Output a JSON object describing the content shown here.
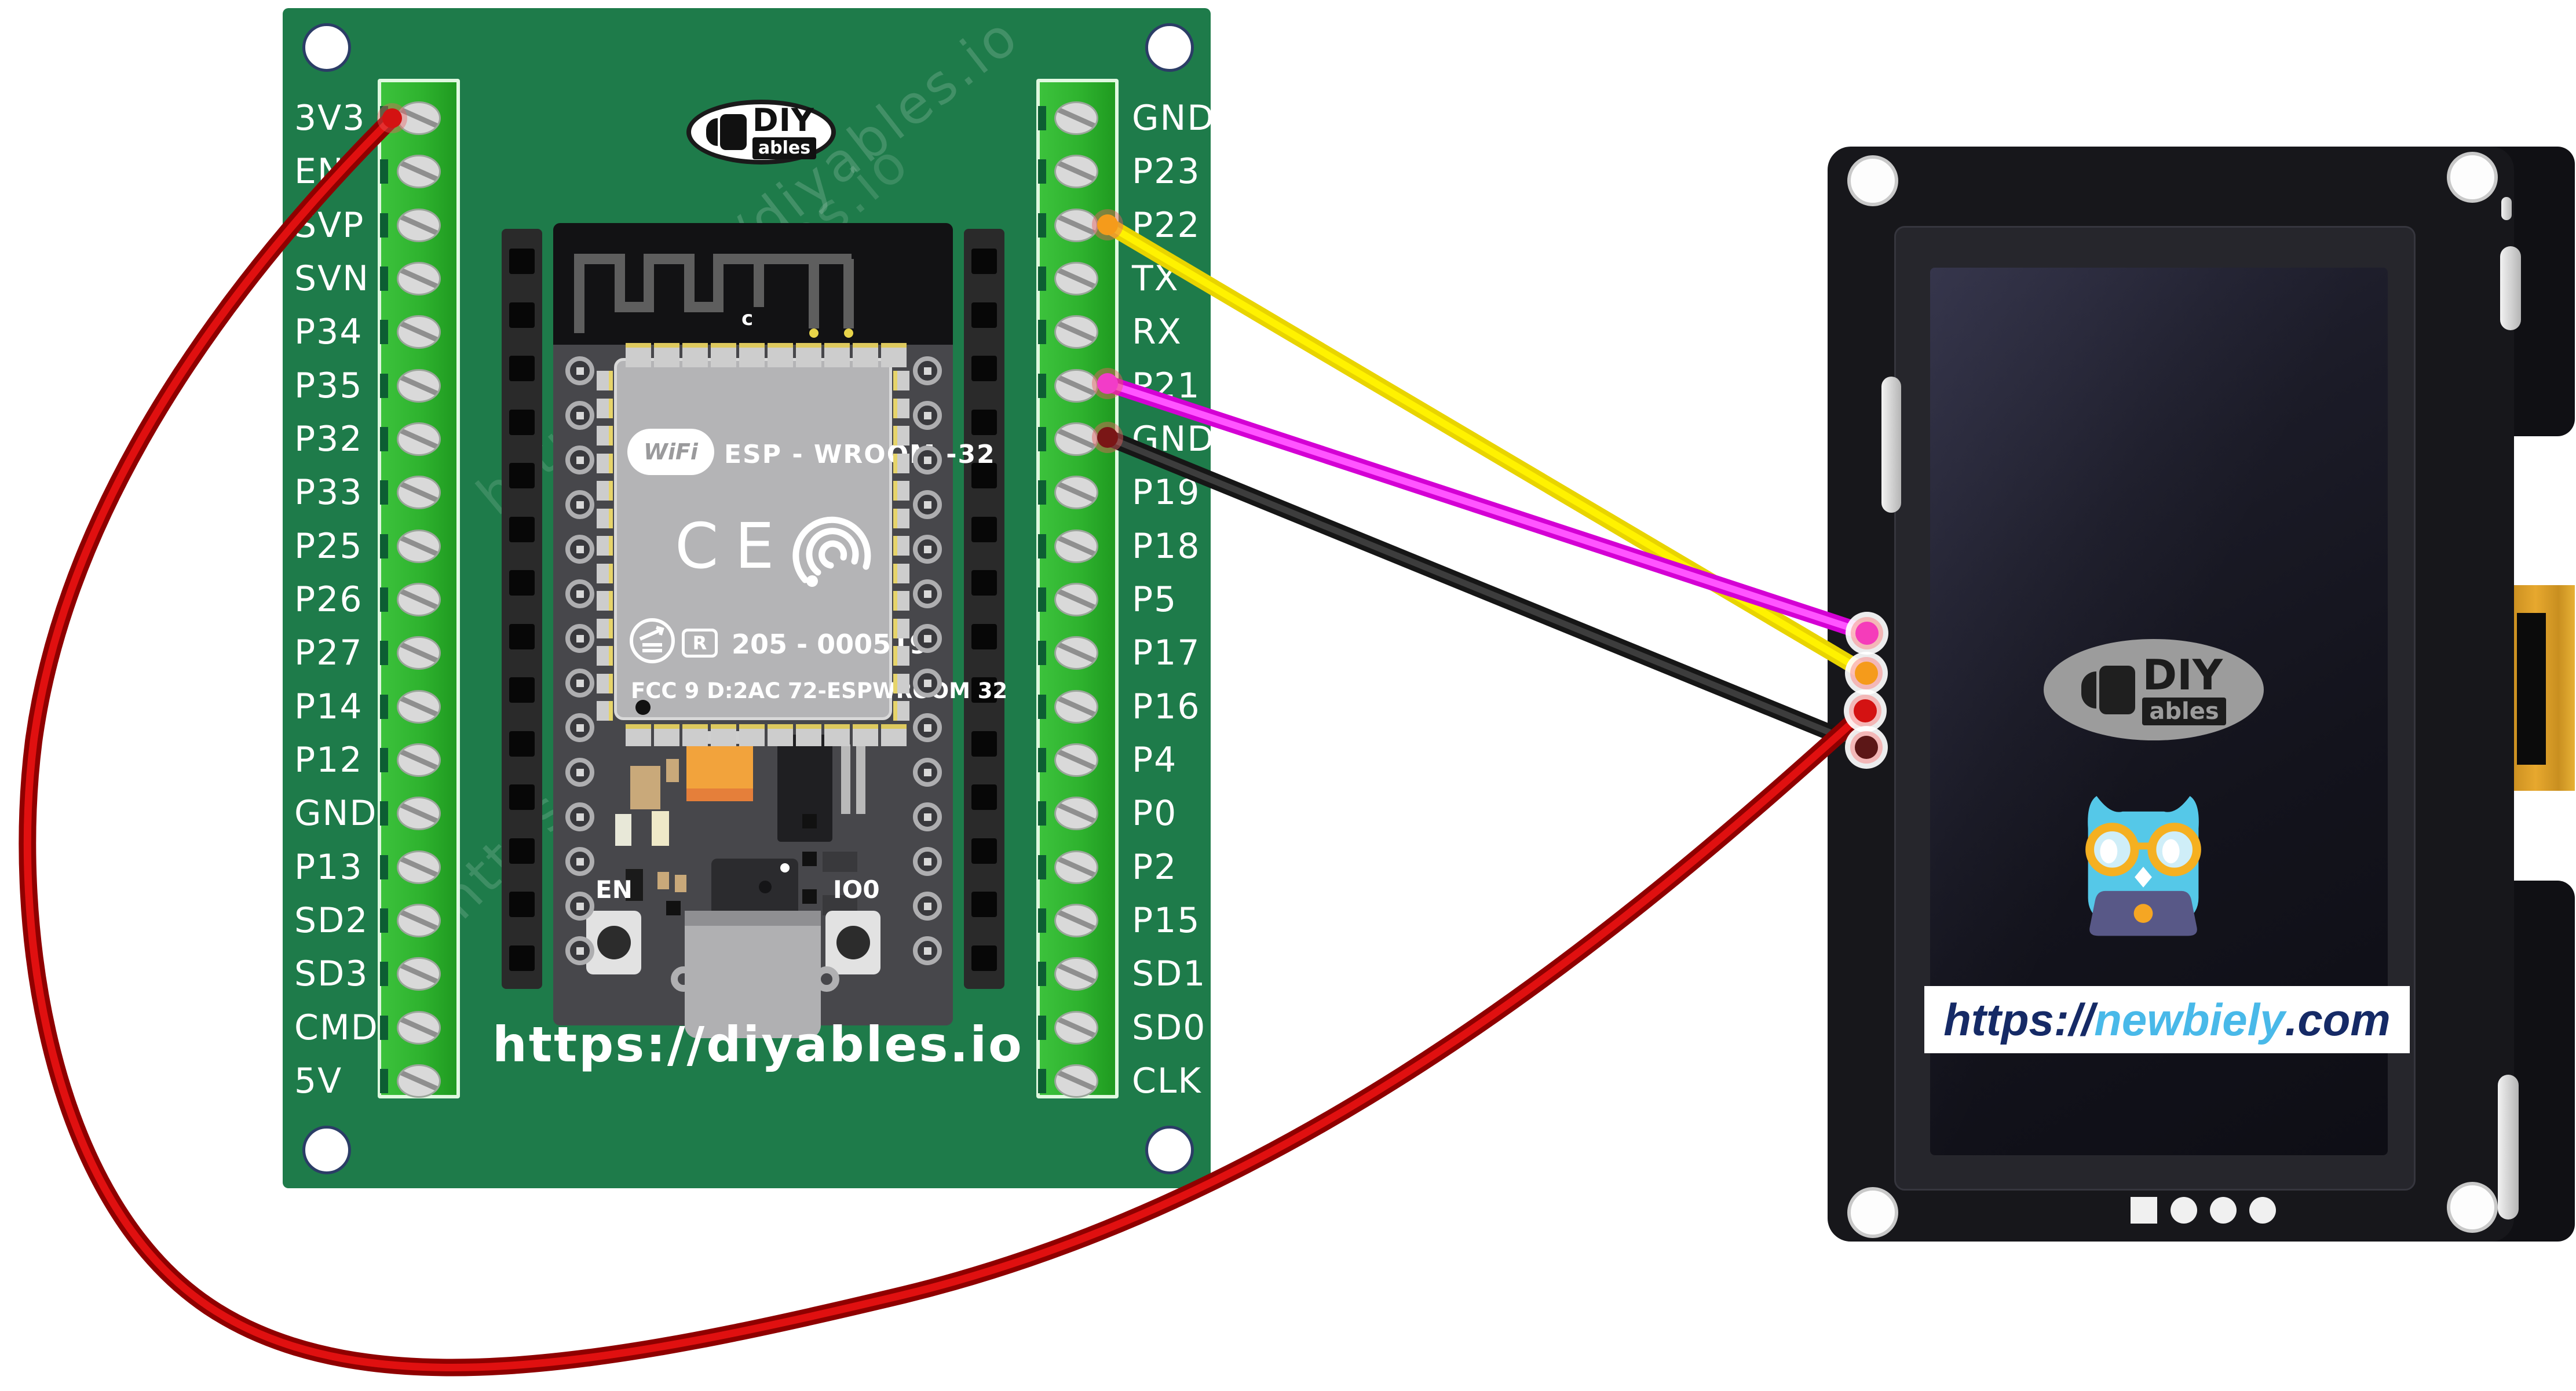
{
  "esp32_board": {
    "pins_left": [
      "3V3",
      "EN",
      "SVP",
      "SVN",
      "P34",
      "P35",
      "P32",
      "P33",
      "P25",
      "P26",
      "P27",
      "P14",
      "P12",
      "GND",
      "P13",
      "SD2",
      "SD3",
      "CMD",
      "5V"
    ],
    "pins_right": [
      "GND",
      "P23",
      "P22",
      "TX",
      "RX",
      "P21",
      "GND",
      "P19",
      "P18",
      "P5",
      "P17",
      "P16",
      "P4",
      "P0",
      "P2",
      "P15",
      "SD1",
      "SD0",
      "CLK"
    ],
    "logo": {
      "diy": "DIY",
      "ables": "ables"
    },
    "watermark": "https://diyables.io",
    "website": "https://diyables.io",
    "module": {
      "wifi": "WiFi",
      "model": "ESP - WROOM -32",
      "ce": "CE",
      "r": "R",
      "cert": "205 - 000519",
      "fcc": "FCC 9 D:2AC 72-ESPWROOM 32",
      "antenna_c": "c"
    },
    "buttons": {
      "en": "EN",
      "io0": "IO0"
    },
    "board_color": "#1e7b4a",
    "terminal_color": "#2eb22e"
  },
  "display_board": {
    "logo": {
      "diy": "DIY",
      "ables": "ables"
    },
    "url": {
      "prefix": "https://",
      "domain": "newbiely",
      "suffix": ".com"
    }
  },
  "wires": [
    {
      "id": "yellow",
      "from_pin": "P22",
      "to_terminal": 2,
      "color_outer": "#e8d400",
      "color_core": "#fff200",
      "start_dot": "#f59b1b",
      "end_dot": "#f59b1b"
    },
    {
      "id": "magenta",
      "from_pin": "P21",
      "to_terminal": 1,
      "color_outer": "#d400d4",
      "color_core": "#ff55ff",
      "start_dot": "#f23cc8",
      "end_dot": "#f53cba"
    },
    {
      "id": "black",
      "from_pin": "GND",
      "to_terminal": 4,
      "color_outer": "#161616",
      "color_core": "#3d3d3d",
      "start_dot": "#7a1616",
      "end_dot": "#5c1717"
    },
    {
      "id": "red",
      "from_pin": "3V3",
      "to_terminal": 3,
      "color_outer": "#8f0000",
      "color_core": "#e01010",
      "start_dot": "#d41212",
      "end_dot": "#d41212"
    }
  ]
}
